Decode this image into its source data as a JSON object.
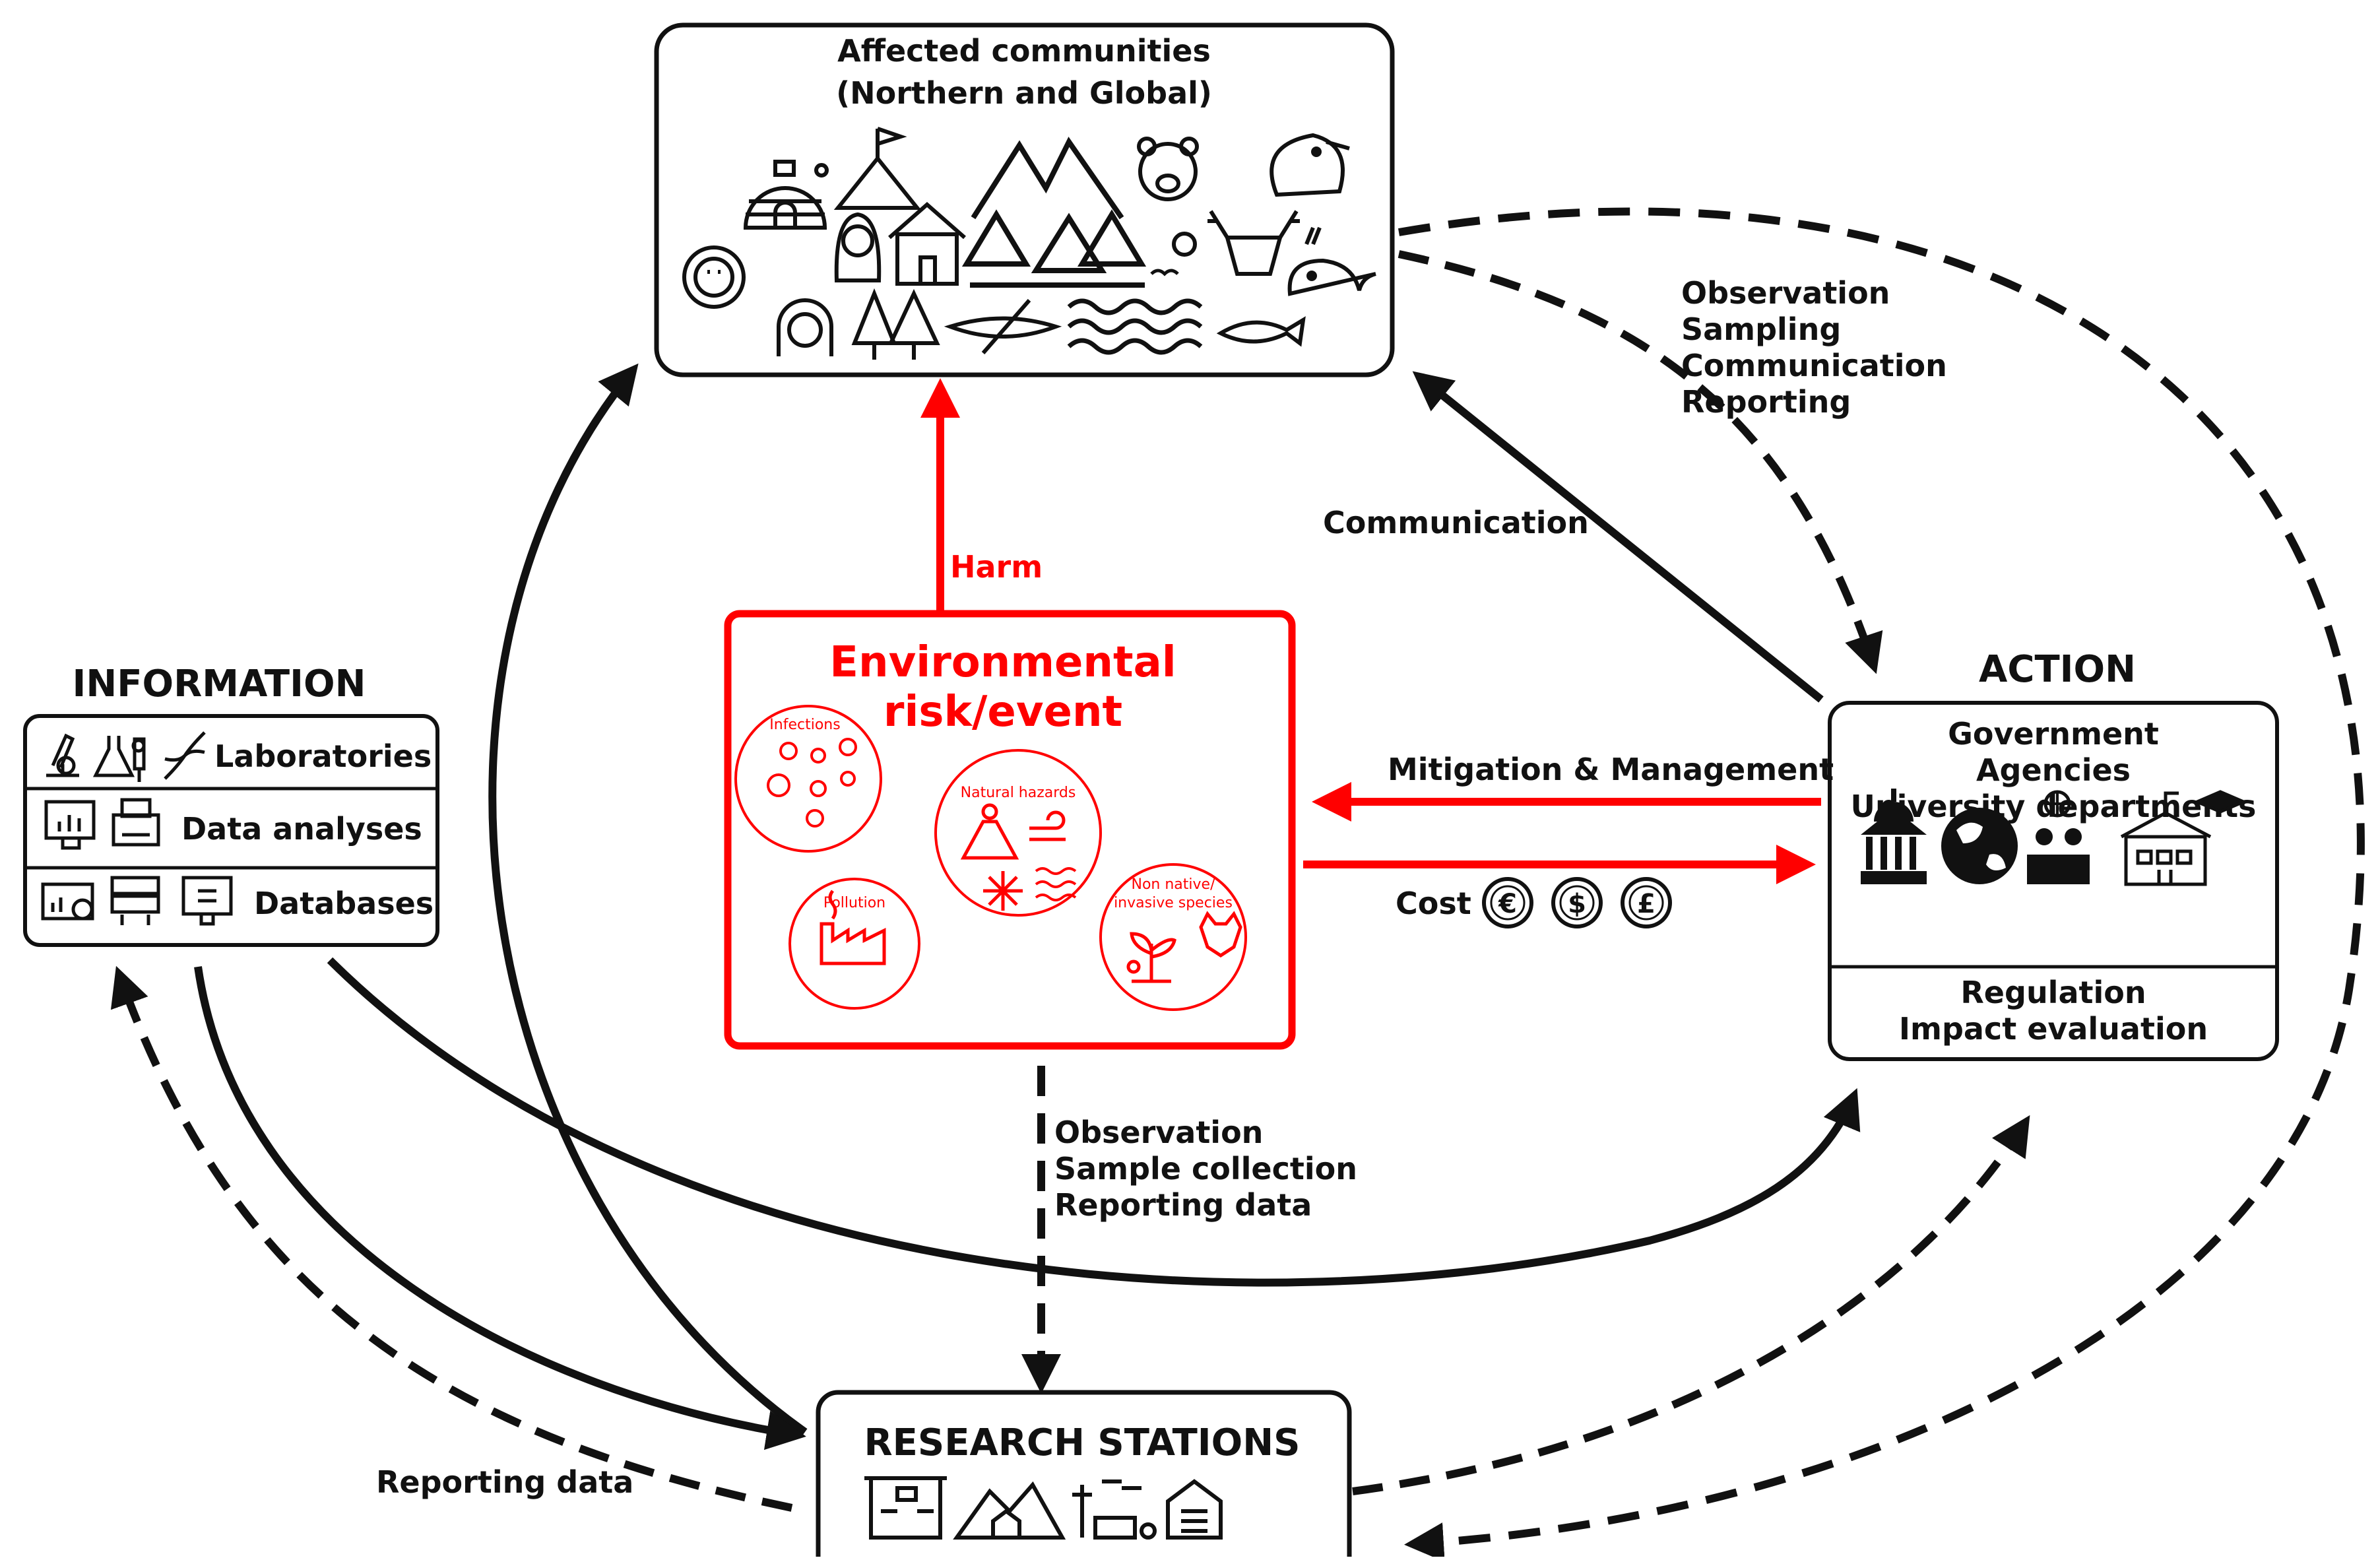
{
  "affected": {
    "line1": "Affected communities",
    "line2": "(Northern and Global)"
  },
  "env": {
    "line1": "Environmental",
    "line2": "risk/event",
    "infections": "Infections",
    "natural_hazards": "Natural hazards",
    "pollution": "Pollution",
    "non_native_1": "Non native/",
    "non_native_2": "invasive species"
  },
  "info": {
    "title": "INFORMATION",
    "rows": [
      "Laboratories",
      "Data analyses",
      "Databases"
    ]
  },
  "action": {
    "title": "ACTION",
    "lines": [
      "Government",
      "Agencies",
      "University departments"
    ],
    "footer": [
      "Regulation",
      "Impact evaluation"
    ]
  },
  "stations": {
    "title": "RESEARCH STATIONS"
  },
  "labels": {
    "harm": "Harm",
    "communication": "Communication",
    "obs_right": [
      "Observation",
      "Sampling",
      "Communication",
      "Reporting"
    ],
    "mitigation": "Mitigation & Management",
    "cost": "Cost",
    "obs_center": [
      "Observation",
      "Sample collection",
      "Reporting data"
    ],
    "reporting_data": "Reporting data"
  },
  "currency": [
    "€",
    "$",
    "£"
  ],
  "colors": {
    "risk": "#ff0000",
    "ink": "#111111"
  }
}
